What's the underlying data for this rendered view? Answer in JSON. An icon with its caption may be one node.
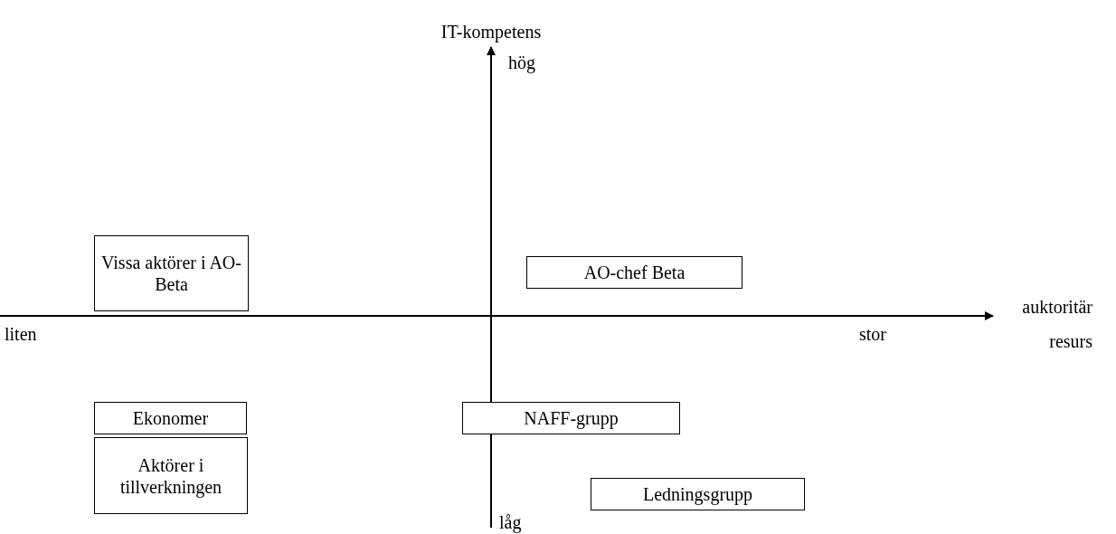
{
  "diagram": {
    "nodes": [
      {
        "text": [
          "Vissa aktörer i AO-Beta"
        ]
      },
      {
        "text": [
          "AO-chef Beta"
        ]
      },
      {
        "text": [
          "Ekonomer"
        ]
      },
      {
        "text": [
          "NAFF-grupp"
        ]
      },
      {
        "text": [
          "Aktörer i tillverkningen"
        ]
      },
      {
        "text": [
          "Ledningsgrupp"
        ]
      }
    ],
    "labels": [
      "IT-kompetens",
      "hög",
      "auktoritär resurs",
      "liten",
      "stor",
      "låg"
    ]
  }
}
